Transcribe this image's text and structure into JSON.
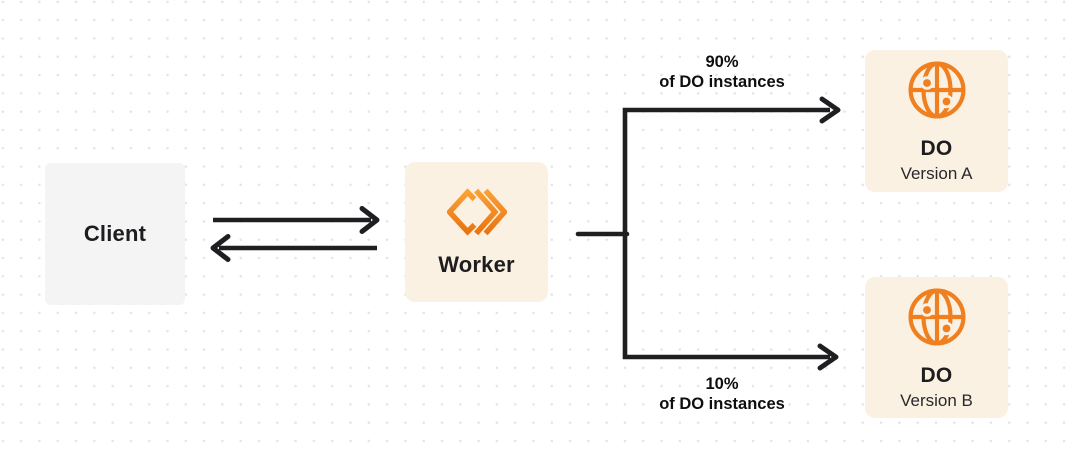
{
  "diagram": {
    "client": {
      "label": "Client"
    },
    "worker": {
      "label": "Worker"
    },
    "do_version_a": {
      "title": "DO",
      "subtitle": "Version A"
    },
    "do_version_b": {
      "title": "DO",
      "subtitle": "Version B"
    },
    "traffic_split": {
      "to_a": {
        "percent": "90%",
        "caption": "of DO instances"
      },
      "to_b": {
        "percent": "10%",
        "caption": "of DO instances"
      }
    },
    "edges": {
      "client_worker": "bidirectional-arrows",
      "worker_split": "branch-to-two-targets"
    }
  },
  "icons": {
    "worker": "workers-logo-icon",
    "durable_object": "globe-icon"
  },
  "colors": {
    "accent_orange": "#ef7f1f",
    "worker_logo_gradient_top": "#f9a138",
    "worker_logo_gradient_bottom": "#ea740f",
    "cream_box": "#fbf1e2",
    "gray_box": "#f4f4f5",
    "line": "#1f1f22",
    "dot_grid": "#e4e4e4",
    "background": "#ffffff"
  }
}
